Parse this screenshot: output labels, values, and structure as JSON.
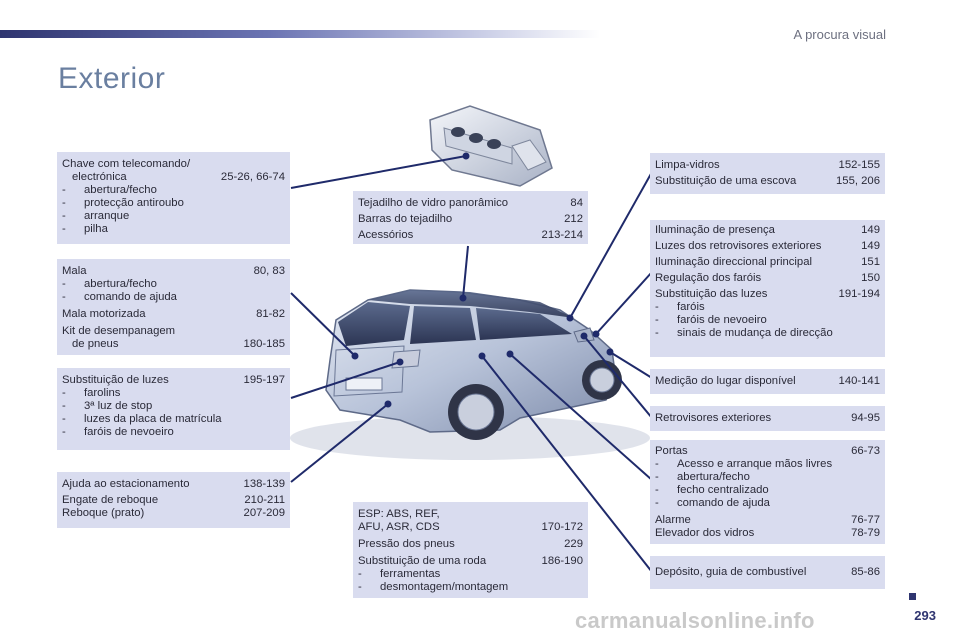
{
  "header": {
    "section": "A procura visual",
    "title": "Exterior"
  },
  "boxes": {
    "chave": {
      "title1": "Chave com telecomando/",
      "title2": "electrónica",
      "pages": "25-26, 66-74",
      "items": [
        "abertura/fecho",
        "protecção antiroubo",
        "arranque",
        "pilha"
      ]
    },
    "mala": {
      "r1_label": "Mala",
      "r1_pages": "80, 83",
      "items": [
        "abertura/fecho",
        "comando de ajuda"
      ],
      "r2_label": "Mala motorizada",
      "r2_pages": "81-82",
      "r3_label1": "Kit de desempanagem",
      "r3_label2": "de pneus",
      "r3_pages": "180-185"
    },
    "luzes": {
      "r1_label": "Substituição de luzes",
      "r1_pages": "195-197",
      "items": [
        "farolins",
        "3ª luz de stop",
        "luzes da placa de matrícula",
        "faróis de nevoeiro"
      ]
    },
    "ajuda": {
      "rows": [
        {
          "label": "Ajuda ao estacionamento",
          "pages": "138-139"
        },
        {
          "label": "Engate de reboque",
          "pages": "210-211"
        },
        {
          "label": "Reboque (prato)",
          "pages": "207-209"
        }
      ]
    },
    "tejadilho": {
      "rows": [
        {
          "label": "Tejadilho de vidro panorâmico",
          "pages": "84"
        },
        {
          "label": "Barras do tejadilho",
          "pages": "212"
        },
        {
          "label": "Acessórios",
          "pages": "213-214"
        }
      ]
    },
    "esp": {
      "r1_label": "ESP: ABS, REF,",
      "r2_label": "AFU, ASR, CDS",
      "r2_pages": "170-172",
      "r3_label": "Pressão dos pneus",
      "r3_pages": "229",
      "r4_label": "Substituição de uma roda",
      "r4_pages": "186-190",
      "items": [
        "ferramentas",
        "desmontagem/montagem"
      ]
    },
    "limpa": {
      "rows": [
        {
          "label": "Limpa-vidros",
          "pages": "152-155"
        },
        {
          "label": "Substituição de uma escova",
          "pages": "155, 206"
        }
      ]
    },
    "iluminacao": {
      "rows": [
        {
          "label": "Iluminação de presença",
          "pages": "149"
        },
        {
          "label": "Luzes dos retrovisores exteriores",
          "pages": "149"
        },
        {
          "label": "Iluminação direccional principal",
          "pages": "151"
        },
        {
          "label": "Regulação dos faróis",
          "pages": "150"
        },
        {
          "label": "Substituição das luzes",
          "pages": "191-194"
        }
      ],
      "items": [
        "faróis",
        "faróis de nevoeiro",
        "sinais de mudança de direcção"
      ]
    },
    "medicao": {
      "label": "Medição do lugar disponível",
      "pages": "140-141"
    },
    "retro": {
      "label": "Retrovisores exteriores",
      "pages": "94-95"
    },
    "portas": {
      "r1_label": "Portas",
      "r1_pages": "66-73",
      "items": [
        "Acesso e arranque mãos livres",
        "abertura/fecho",
        "fecho centralizado",
        "comando de ajuda"
      ],
      "r2_label": "Alarme",
      "r2_pages": "76-77",
      "r3_label": "Elevador dos vidros",
      "r3_pages": "78-79"
    },
    "deposito": {
      "label": "Depósito, guia de combustível",
      "pages": "85-86"
    }
  },
  "footer": {
    "page_number": "293",
    "watermark": "carmanualsonline.info"
  },
  "colors": {
    "box_bg": "#d9dcef",
    "accent": "#2f3570",
    "line": "#1f2a6a",
    "title": "#6a7fa0"
  }
}
